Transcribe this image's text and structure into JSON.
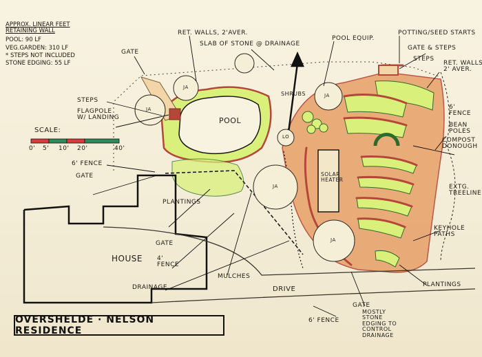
{
  "legend": {
    "heading_line1": "APPROX. LINEAR FEET",
    "heading_line2": "RETAINING WALL",
    "pool": "POOL: 90 LF",
    "veg_garden": "VEG.GARDEN: 310 LF",
    "steps_note": "* STEPS NOT INCLUDED",
    "stone_edging": "STONE EDGING: 55 LF"
  },
  "scale": {
    "label": "SCALE:",
    "ticks": [
      "0'",
      "5'",
      "10'",
      "20'",
      "40'"
    ],
    "colors": [
      "#d93a3a",
      "#2f8a5b"
    ]
  },
  "title": "OVERSHELDE · NELSON RESIDENCE",
  "labels": {
    "gate_top": "GATE",
    "steps_left": "STEPS",
    "flagpole": "FLAGPOLE\nW/ LANDING",
    "pool": "POOL",
    "ret_walls_top": "RET. WALLS, 2'AVER.",
    "slab": "SLAB OF STONE @ DRAINAGE",
    "pool_equip": "POOL EQUIP.",
    "shrubs": "SHRUBS",
    "potting": "POTTING/SEED STARTS",
    "gate_steps": "GATE & STEPS",
    "steps_right": "STEPS",
    "ret_walls_right": "RET. WALLS\n2' AVER.",
    "fence_6_right": "6'\nFENCE",
    "bean_poles": "BEAN\nPOLES",
    "compost": "COMPOST\nDONOUGH",
    "ext_treeline": "EXTG.\nTREELINE",
    "keyhole": "KEYHOLE\nPATHS",
    "plantings_right": "PLANTINGS",
    "solar_heater": "SOLAR\nHEATER",
    "fence_6_left": "6' FENCE",
    "gate_left": "GATE",
    "plantings_left": "PLANTINGS",
    "house": "HOUSE",
    "gate_mid": "GATE",
    "fence_4": "4'\nFENCE",
    "drainage": "DRAINAGE",
    "mulches": "MULCHES",
    "drive": "DRIVE",
    "gate_bottom": "GATE",
    "fence_6_bottom": "6' FENCE",
    "stone_edging_note": "MOSTLY\nSTONE\nEDGING TO\nCONTROL\nDRAINAGE",
    "ja": "JA",
    "lo": "LO"
  },
  "colors": {
    "ink": "#1a1612",
    "brick": "#b5463a",
    "garden_fill": "#d9f07a",
    "path_orange": "#e49a62",
    "paper": "#f6f0dc"
  }
}
